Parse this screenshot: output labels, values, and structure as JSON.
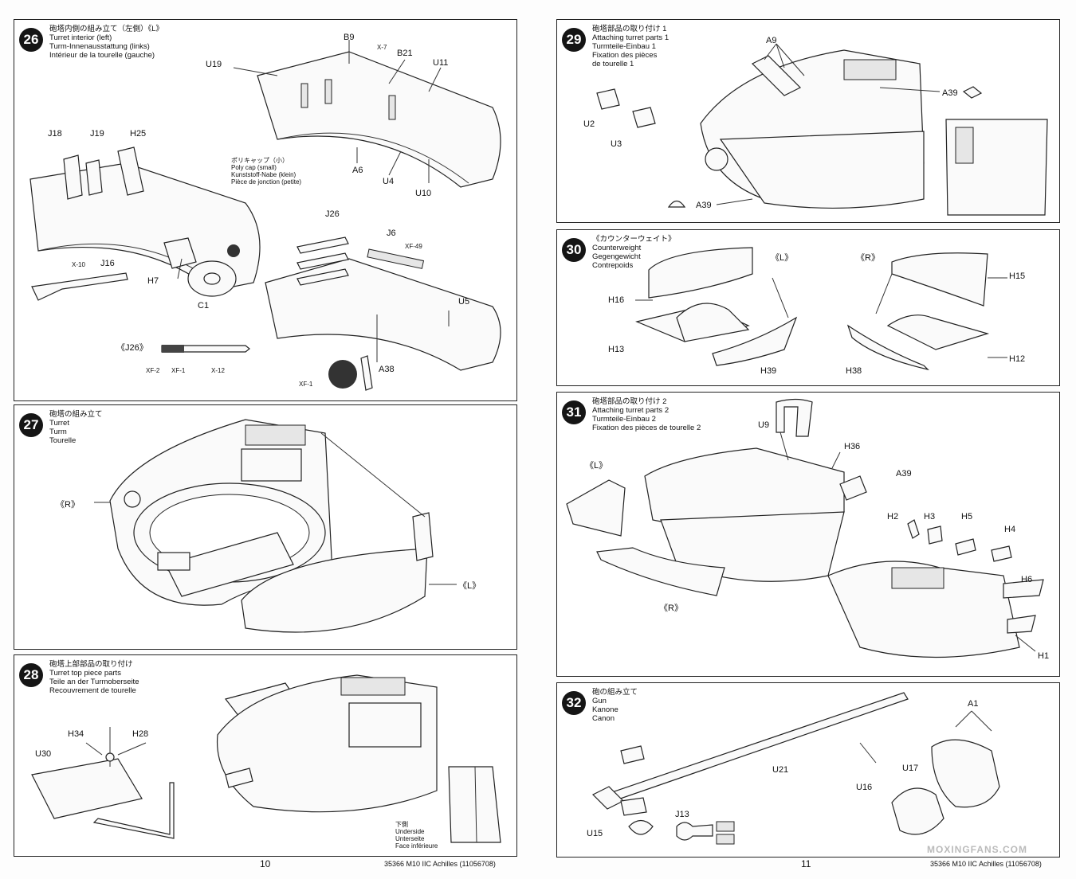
{
  "left_page": {
    "page_number": "10",
    "footer": "35366  M10 IIC Achilles (11056708)"
  },
  "right_page": {
    "page_number": "11",
    "footer": "35366  M10 IIC Achilles (11056708)"
  },
  "watermark": "MOXINGFANS.COM",
  "steps": {
    "s26": {
      "number": "26",
      "title_ja": "砲塔内側の組み立て（左側）《L》",
      "title_en": "Turret interior (left)",
      "title_de": "Turm-Innenausstattung (links)",
      "title_fr": "Intérieur de la tourelle (gauche)",
      "polycap_ja": "ポリキャップ（小）",
      "polycap_en": "Poly cap (small)",
      "polycap_de": "Kunststoff-Nabe (klein)",
      "polycap_fr": "Pièce de jonction (petite)",
      "labels": [
        "B9",
        "X-7",
        "B21",
        "U11",
        "U19",
        "J18",
        "J19",
        "H25",
        "A6",
        "U4",
        "U10",
        "J26",
        "J6",
        "XF-49",
        "X-10",
        "J16",
        "H7",
        "C1",
        "U5",
        "A38",
        "XF-1"
      ],
      "paint_ref": "《J26》",
      "paints": [
        "XF-2",
        "XF-1",
        "X-12"
      ]
    },
    "s27": {
      "number": "27",
      "title_ja": "砲塔の組み立て",
      "title_en": "Turret",
      "title_de": "Turm",
      "title_fr": "Tourelle",
      "side_r": "《R》",
      "side_l": "《L》"
    },
    "s28": {
      "number": "28",
      "title_ja": "砲塔上部部品の取り付け",
      "title_en": "Turret top piece parts",
      "title_de": "Teile an der Turmoberseite",
      "title_fr": "Recouvrement de tourelle",
      "labels": [
        "H34",
        "H28",
        "U30"
      ],
      "underside_ja": "下側",
      "underside_en": "Underside",
      "underside_de": "Unterseite",
      "underside_fr": "Face inférieure"
    },
    "s29": {
      "number": "29",
      "title_ja": "砲塔部品の取り付け 1",
      "title_en": "Attaching turret parts 1",
      "title_de": "Turmteile-Einbau 1",
      "title_fr": "Fixation des pièces",
      "title_fr2": "de tourelle 1",
      "labels": [
        "A9",
        "A39",
        "U2",
        "U3",
        "A39"
      ]
    },
    "s30": {
      "number": "30",
      "title_ja": "《カウンターウェイト》",
      "title_en": "Counterweight",
      "title_de": "Gegengewicht",
      "title_fr": "Contrepoids",
      "side_l": "《L》",
      "side_r": "《R》",
      "labels": [
        "H16",
        "H13",
        "H39",
        "H15",
        "H38",
        "H12"
      ]
    },
    "s31": {
      "number": "31",
      "title_ja": "砲塔部品の取り付け 2",
      "title_en": "Attaching turret parts 2",
      "title_de": "Turmteile-Einbau 2",
      "title_fr": "Fixation des pièces de tourelle 2",
      "side_l": "《L》",
      "side_r": "《R》",
      "labels": [
        "U9",
        "H36",
        "A39",
        "H2",
        "H3",
        "H5",
        "H4",
        "H6",
        "H1"
      ]
    },
    "s32": {
      "number": "32",
      "title_ja": "砲の組み立て",
      "title_en": "Gun",
      "title_de": "Kanone",
      "title_fr": "Canon",
      "labels": [
        "U21",
        "A1",
        "U17",
        "U16",
        "J13",
        "U15"
      ]
    }
  }
}
